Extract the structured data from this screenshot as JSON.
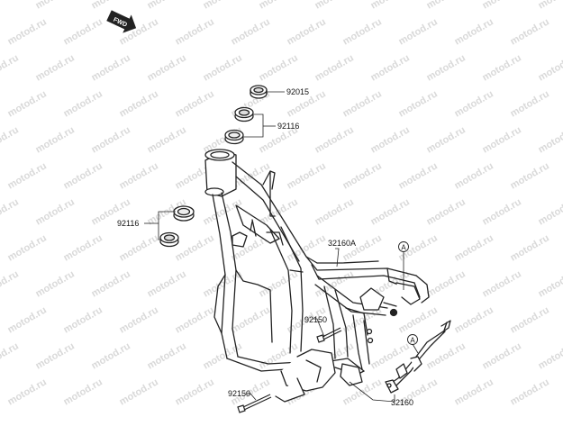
{
  "watermark_text": "motod.ru",
  "fwd_label": "FWD",
  "callout_letter": "A",
  "part_numbers": {
    "p92015": "92015",
    "p92116_top": "92116",
    "p92116_left": "92116",
    "p32160A": "32160A",
    "p92150_mid": "92150",
    "p92150_bot": "92150",
    "p32160": "32160"
  },
  "colors": {
    "line": "#222222",
    "watermark": "#d9d9d9",
    "background": "#ffffff"
  }
}
